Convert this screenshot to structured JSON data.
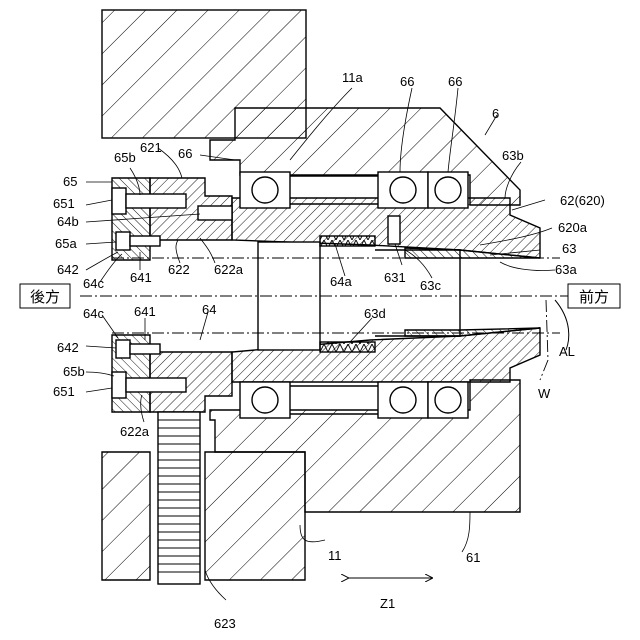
{
  "directions": {
    "rear": "後方",
    "front": "前方"
  },
  "labels": {
    "l_11a": "11a",
    "l_66_top_a": "66",
    "l_66_top_b": "66",
    "l_6": "6",
    "l_621": "621",
    "l_66_left": "66",
    "l_65b_top": "65b",
    "l_63b": "63b",
    "l_65": "65",
    "l_62": "62(620)",
    "l_651_top": "651",
    "l_64b": "64b",
    "l_620a": "620a",
    "l_65a": "65a",
    "l_63": "63",
    "l_642_top": "642",
    "l_64c_top": "64c",
    "l_641_top": "641",
    "l_622": "622",
    "l_622a_top": "622a",
    "l_64a": "64a",
    "l_631": "631",
    "l_63c": "63c",
    "l_63a": "63a",
    "l_64c_bot": "64c",
    "l_641_bot": "641",
    "l_64": "64",
    "l_63d": "63d",
    "l_642_bot": "642",
    "l_65b_bot": "65b",
    "l_651_bot": "651",
    "l_622a_bot": "622a",
    "l_AL": "AL",
    "l_W": "W",
    "l_11": "11",
    "l_61": "61",
    "l_Z1": "Z1",
    "l_623": "623"
  }
}
